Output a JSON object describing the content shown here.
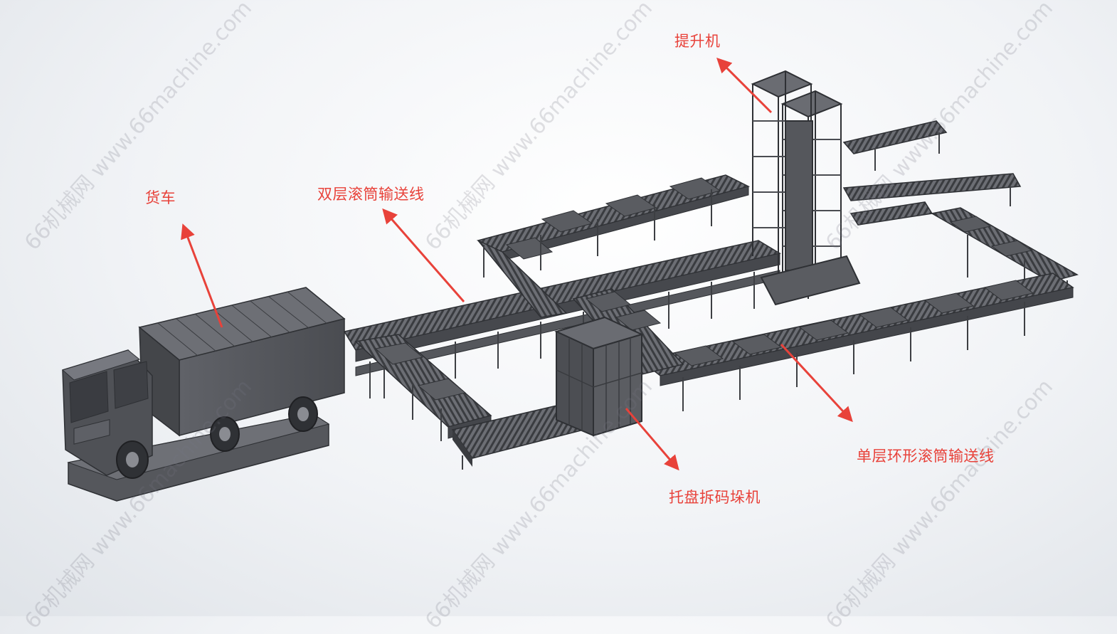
{
  "labels": {
    "truck": "货车",
    "double_conveyor": "双层滚筒输送线",
    "lift": "提升机",
    "loop_conveyor": "单层环形滚筒输送线",
    "palletizer": "托盘拆码垛机"
  },
  "watermark": "66机械网 www.66machine.com",
  "colors": {
    "callout": "#e8423a",
    "steel": "#5b5d63",
    "steel_dark": "#2e3034",
    "steel_light": "#8a8c92"
  }
}
